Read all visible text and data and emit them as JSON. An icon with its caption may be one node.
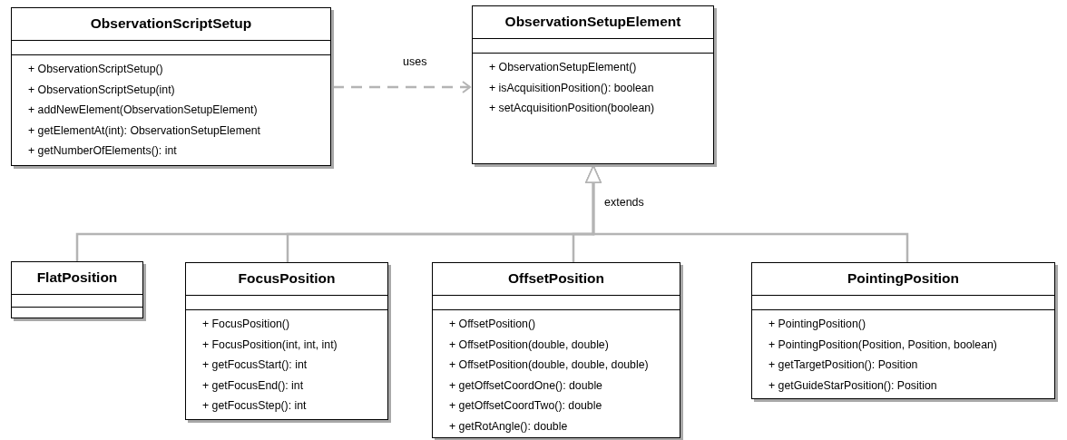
{
  "diagram": {
    "nodes": [
      {
        "text": [
          "ObservationScriptSetup",
          "+ ObservationScriptSetup()",
          "+ ObservationScriptSetup(int)",
          "+ addNewElement(ObservationSetupElement)",
          "+ getElementAt(int): ObservationSetupElement",
          "+ getNumberOfElements(): int"
        ]
      },
      {
        "text": [
          "ObservationSetupElement",
          "+ ObservationSetupElement()",
          "+ isAcquisitionPosition(): boolean",
          "+ setAcquisitionPosition(boolean)"
        ]
      },
      {
        "text": [
          "FlatPosition"
        ]
      },
      {
        "text": [
          "FocusPosition",
          "+ FocusPosition()",
          "+ FocusPosition(int, int, int)",
          "+ getFocusStart(): int",
          "+ getFocusEnd(): int",
          "+ getFocusStep(): int"
        ]
      },
      {
        "text": [
          "OffsetPosition",
          "+ OffsetPosition()",
          "+ OffsetPosition(double, double)",
          "+ OffsetPosition(double, double, double)",
          "+ getOffsetCoordOne(): double",
          "+ getOffsetCoordTwo(): double",
          "+ getRotAngle(): double"
        ]
      },
      {
        "text": [
          "PointingPosition",
          "+ PointingPosition()",
          "+ PointingPosition(Position, Position, boolean)",
          "+ getTargetPosition(): Position",
          "+ getGuideStarPosition(): Position"
        ]
      }
    ],
    "edges": [
      {
        "from": 0,
        "to": 1,
        "arrow": "to",
        "label": "uses",
        "style": "dashed"
      },
      {
        "from": 2,
        "to": 1,
        "arrow": "to"
      },
      {
        "from": 3,
        "to": 1,
        "arrow": "to"
      },
      {
        "from": 4,
        "to": 1,
        "arrow": "to",
        "label": "extends"
      },
      {
        "from": 5,
        "to": 1,
        "arrow": "to"
      }
    ]
  }
}
